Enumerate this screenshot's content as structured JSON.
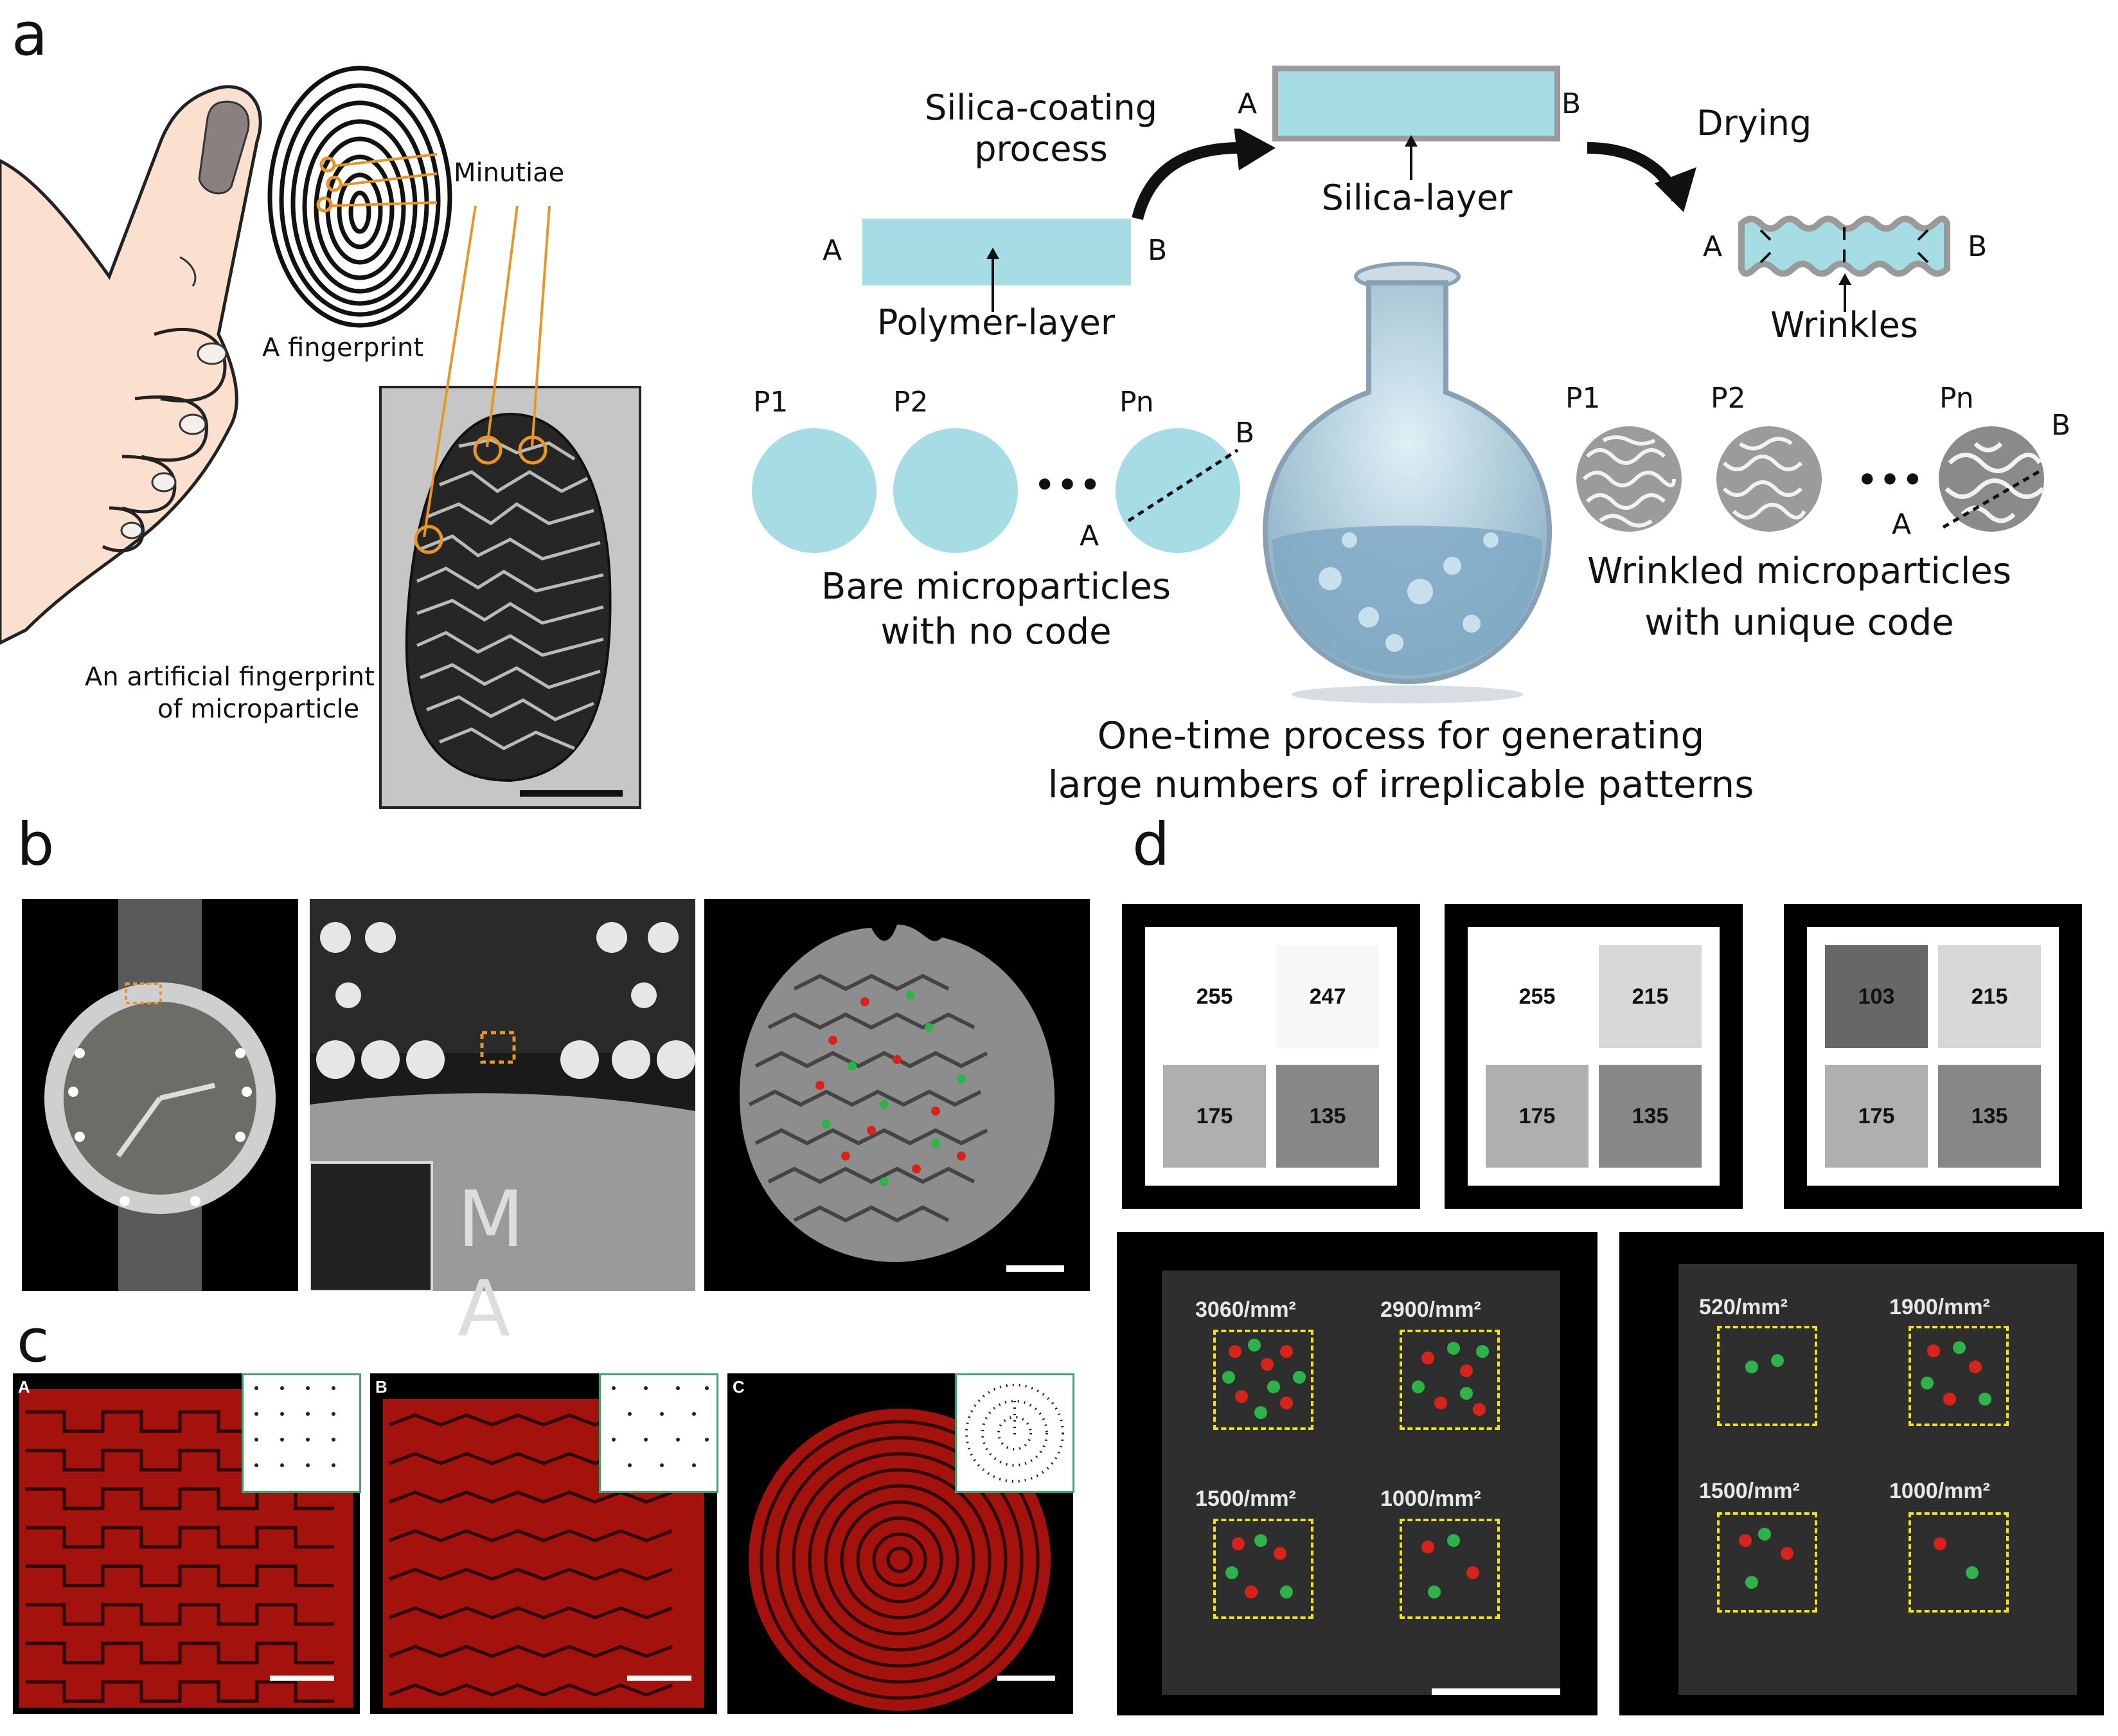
{
  "panel_labels": {
    "a": "a",
    "b": "b",
    "c": "c",
    "d": "d"
  },
  "panel_a": {
    "fingerprint_label": "A fingerprint",
    "minutiae_label": "Minutiae",
    "artificial_caption_line1": "An artificial fingerprint",
    "artificial_caption_line2": "of microparticle",
    "silica_process_line1": "Silica-coating",
    "silica_process_line2": "process",
    "polymer_layer": "Polymer-layer",
    "silica_layer": "Silica-layer",
    "drying": "Drying",
    "wrinkles": "Wrinkles",
    "end_a": "A",
    "end_b": "B",
    "p1": "P1",
    "p2": "P2",
    "pn": "Pn",
    "ellipsis": "•••",
    "bare_line1": "Bare microparticles",
    "bare_line2": "with no code",
    "wrinkled_line1": "Wrinkled microparticles",
    "wrinkled_line2": "with unique code",
    "one_time_line1": "One-time process for generating",
    "one_time_line2": "large numbers of  irreplicable patterns",
    "colors": {
      "cyan": "#a6dce3",
      "orange": "#e8962a",
      "gray_layer": "#9a9a9a"
    }
  },
  "panel_b": {
    "watch_letters": "M A"
  },
  "panel_c": {
    "sub_a": "A",
    "sub_b": "B",
    "sub_c": "C",
    "pattern_color": "#c0140e"
  },
  "panel_d": {
    "gray_sets": [
      [
        {
          "value": "255",
          "shade": "#ffffff"
        },
        {
          "value": "247",
          "shade": "#f7f7f7"
        },
        {
          "value": "175",
          "shade": "#afafaf"
        },
        {
          "value": "135",
          "shade": "#878787"
        }
      ],
      [
        {
          "value": "255",
          "shade": "#ffffff"
        },
        {
          "value": "215",
          "shade": "#d7d7d7"
        },
        {
          "value": "175",
          "shade": "#afafaf"
        },
        {
          "value": "135",
          "shade": "#878787"
        }
      ],
      [
        {
          "value": "103",
          "shade": "#676767"
        },
        {
          "value": "215",
          "shade": "#d7d7d7"
        },
        {
          "value": "175",
          "shade": "#afafaf"
        },
        {
          "value": "135",
          "shade": "#878787"
        }
      ]
    ],
    "densities_left": [
      "3060/mm²",
      "2900/mm²",
      "1500/mm²",
      "1000/mm²"
    ],
    "densities_right": [
      "520/mm²",
      "1900/mm²",
      "1500/mm²",
      "1000/mm²"
    ],
    "colors": {
      "box": "#f2e21a",
      "red": "#d8231c",
      "green": "#2db34a"
    }
  }
}
